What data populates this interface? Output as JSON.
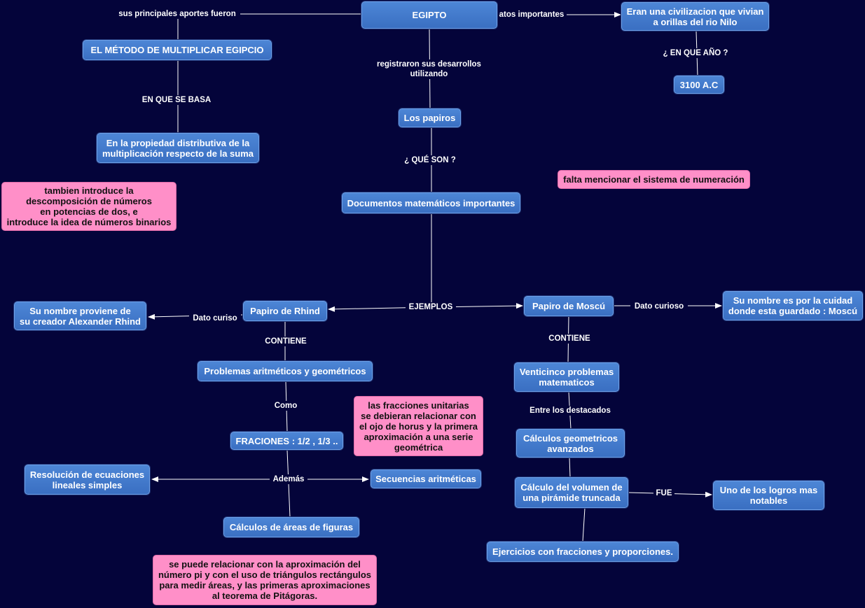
{
  "nodes": {
    "egipto": "EGIPTO",
    "metodo": "EL MÉTODO DE  MULTIPLICAR EGIPCIO",
    "propiedad": "En la propiedad distributiva de la\nmultiplicación respecto de la suma",
    "civilizacion": "Eran una civilizacion que vivian\na orillas del rio Nilo",
    "anio": "3100 A.C",
    "papiros": "Los papiros",
    "documentos": "Documentos matemáticos importantes",
    "rhind": "Papiro de Rhind",
    "moscu": "Papiro de Moscú",
    "creador": "Su nombre proviene de\nsu creador Alexander Rhind",
    "cuidad": "Su nombre es por la cuidad\ndonde esta guardado : Moscú",
    "problemas_arit": "Problemas aritméticos y geométricos",
    "venticinco": "Venticinco problemas\nmatematicos",
    "fraciones": "FRACIONES : 1/2 , 1/3 ..",
    "calc_geom": "Cálculos geometricos\navanzados",
    "ecuaciones": "Resolución de ecuaciones\nlineales simples",
    "secuencias": "Secuencias aritméticas",
    "areas": "Cálculos de áreas de figuras",
    "volumen": "Cálculo del volumen de\nuna pirámide truncada",
    "logros": "Uno de los logros mas\nnotables",
    "ejercicios": "Ejercicios con fracciones y proporciones."
  },
  "notes": {
    "binarios": "tambien introduce la\ndescomposición de números\nen potencias de dos, e\nintroduce la idea de números binarios",
    "numeracion": "falta mencionar el sistema de numeración",
    "horus": "las fracciones unitarias\nse debieran relacionar con\nel ojo de horus y la primera\naproximación a una serie\ngeométrica",
    "pitagoras": "se puede relacionar con la aproximación del\nnúmero pi y con el uso de triángulos rectángulos\npara medir áreas,  y las primeras aproximaciones\nal teorema de Pitágoras."
  },
  "links": {
    "aportes": "sus principales aportes fueron",
    "datos": "atos importantes",
    "registraron": "registraron sus desarrollos\nutilizando",
    "en_que_ano": "¿ EN QUE AÑO ?",
    "basa": "EN QUE SE BASA",
    "que_son": "¿ QUÉ SON ?",
    "ejemplos": "EJEMPLOS",
    "dato_curiso": "Dato curiso",
    "dato_curioso": "Dato curioso",
    "contiene_r": "CONTIENE",
    "contiene_m": "CONTIENE",
    "como": "Como",
    "destacados": "Entre los destacados",
    "ademas": "Además",
    "fue": "FUE"
  },
  "colors": {
    "background": "#04043a",
    "node": "#3f77c9",
    "note": "#ff8fc8",
    "line": "#ffffff"
  }
}
